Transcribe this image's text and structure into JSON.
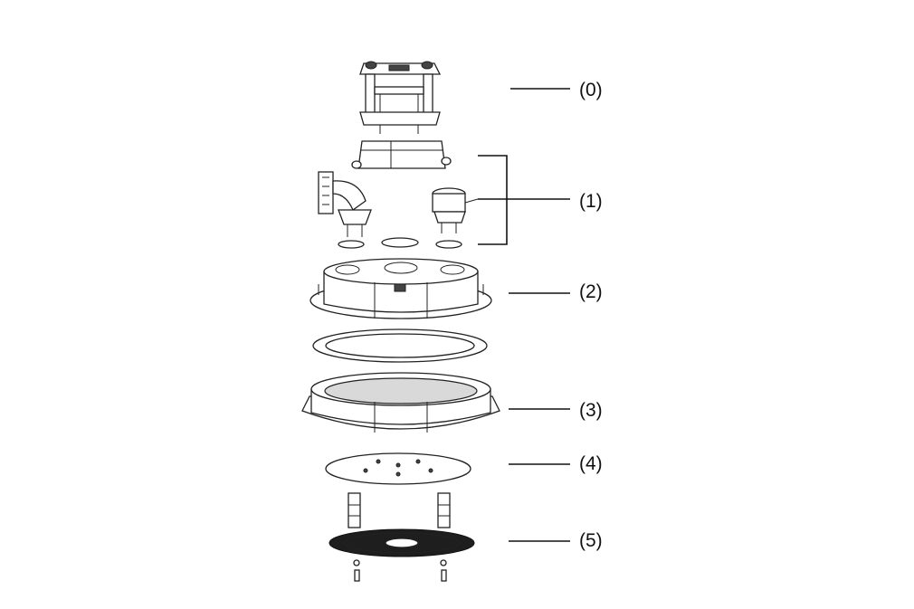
{
  "colors": {
    "line": "#222222",
    "background": "#ffffff"
  },
  "labels": {
    "l0": "(0)",
    "l1": "(1)",
    "l2": "(2)",
    "l3": "(3)",
    "l4": "(4)",
    "l5": "(5)"
  }
}
